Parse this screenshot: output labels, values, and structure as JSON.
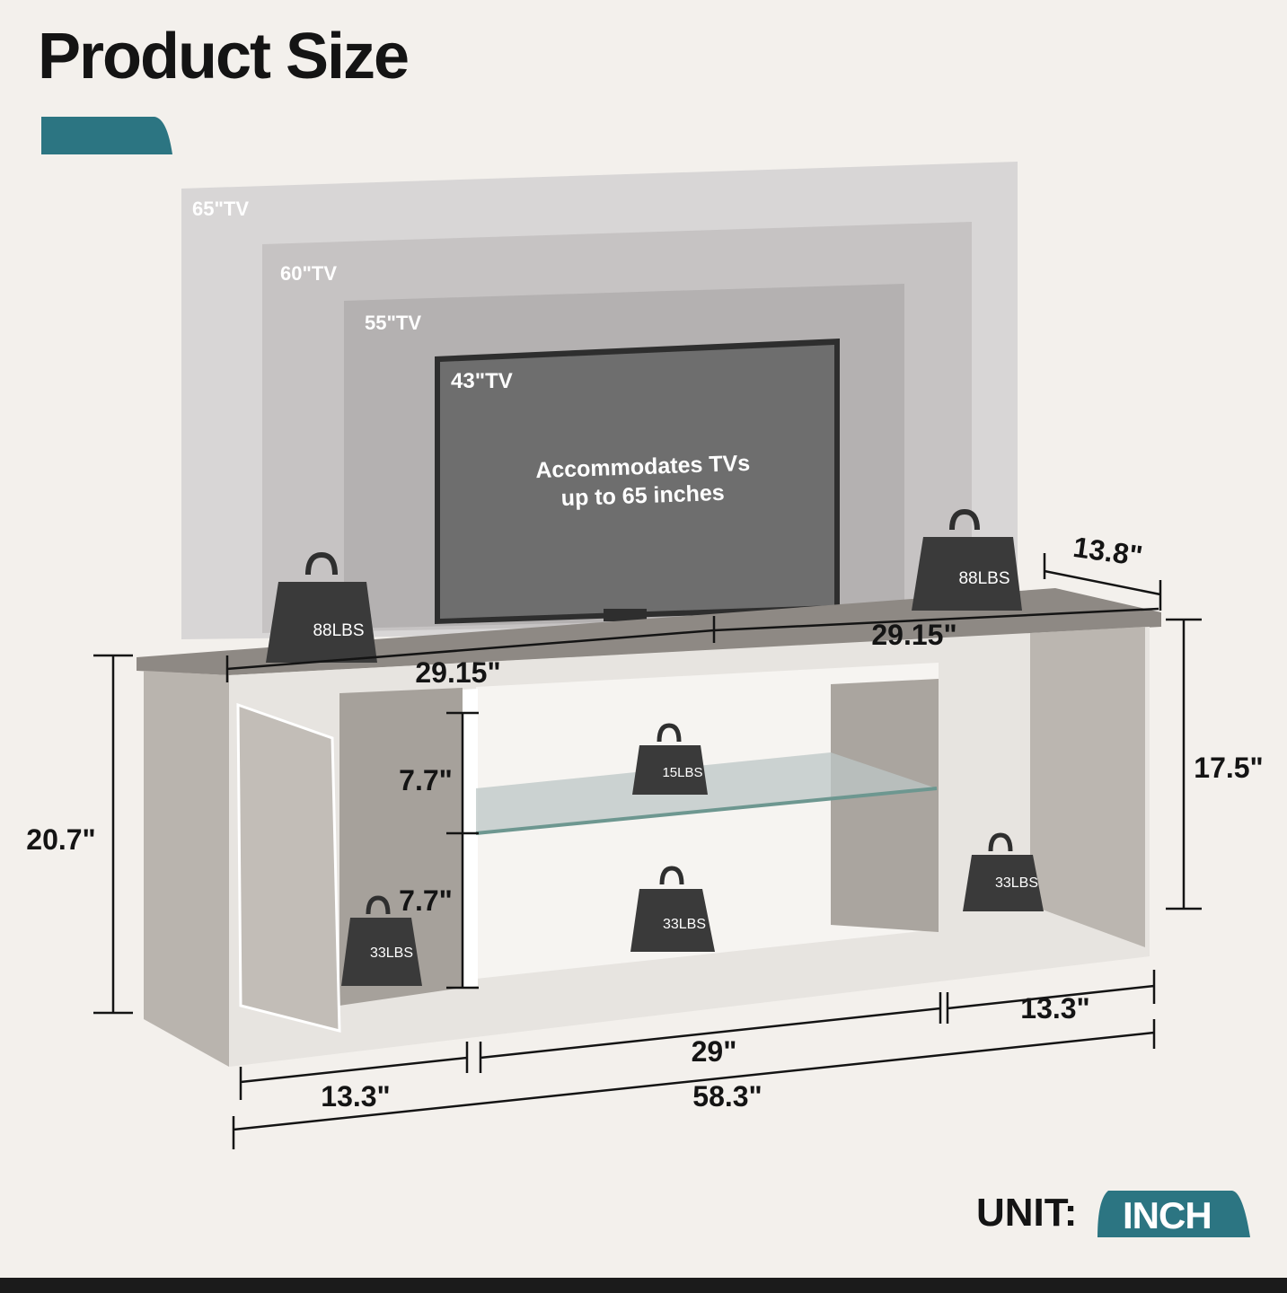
{
  "title": "Product Size",
  "tv_sizes": [
    "65\"TV",
    "60\"TV",
    "55\"TV",
    "43\"TV"
  ],
  "tv_note": [
    "Accommodates TVs",
    "up to 65 inches"
  ],
  "weights": {
    "top_left": "88LBS",
    "top_right": "88LBS",
    "glass_shelf": "15LBS",
    "bottom_shelf": "33LBS",
    "right_cubby": "33LBS",
    "cabinet": "33LBS"
  },
  "dimensions": {
    "depth": "13.8\"",
    "top_half_left": "29.15\"",
    "top_half_right": "29.15\"",
    "overall_height": "20.7\"",
    "inner_height": "17.5\"",
    "shelf_upper": "7.7\"",
    "shelf_lower": "7.7\"",
    "left_width": "13.3\"",
    "center_width": "29\"",
    "right_width": "13.3\"",
    "total_width": "58.3\""
  },
  "unit": {
    "label": "UNIT:",
    "value": "INCH"
  },
  "colors": {
    "accent": "#2c7582",
    "background": "#f3f0ec",
    "text": "#141414"
  }
}
